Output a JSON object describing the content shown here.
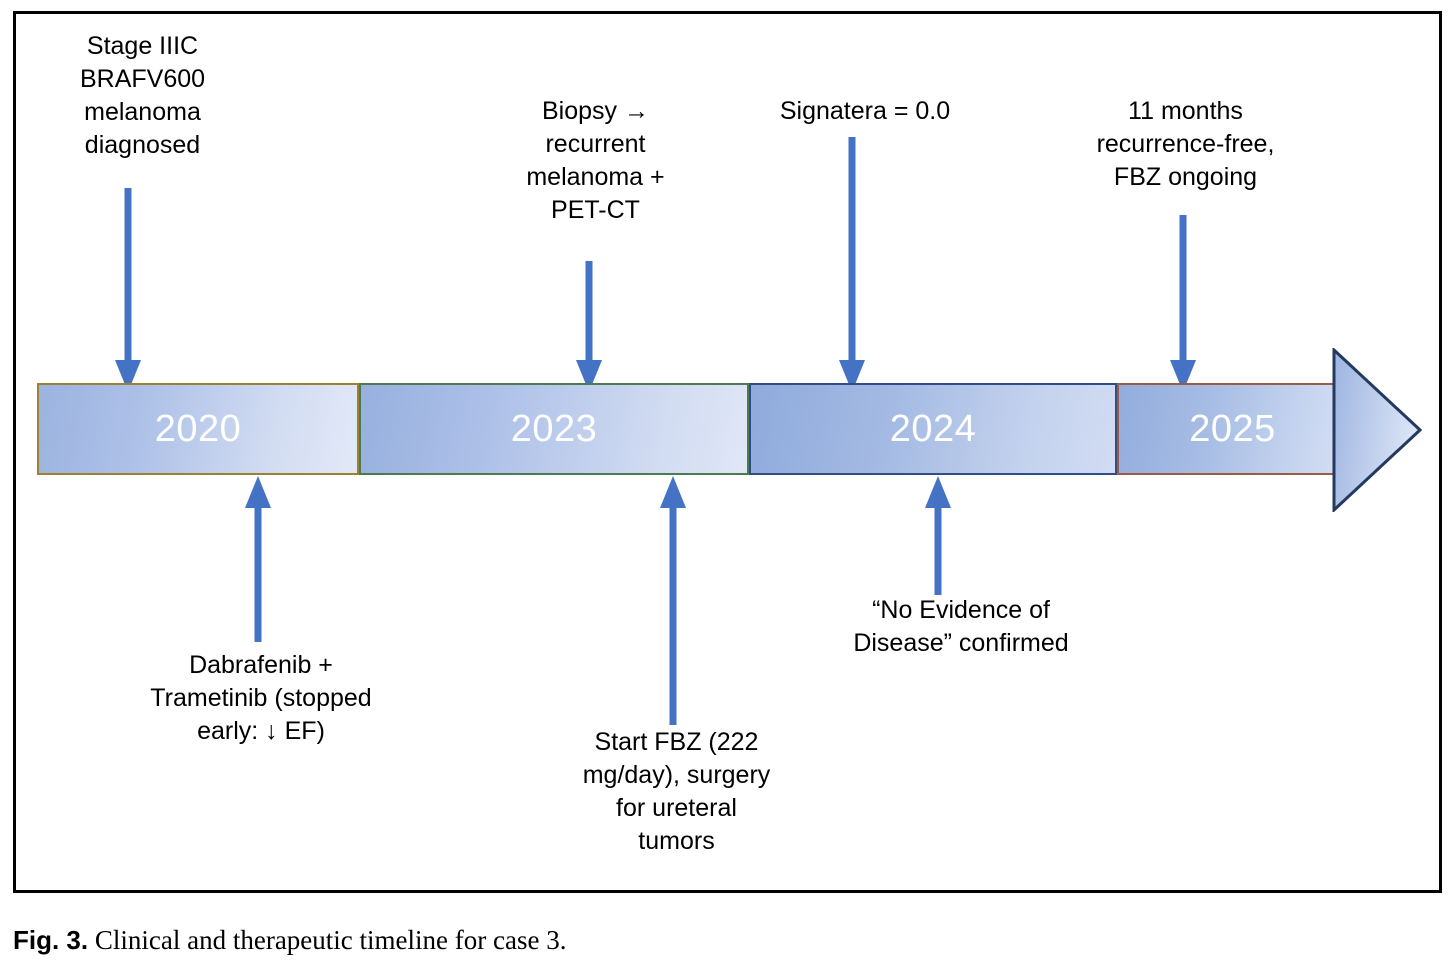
{
  "figure": {
    "caption_label": "Fig. 3.",
    "caption_text": " Clinical and therapeutic timeline for case 3."
  },
  "timeline": {
    "accent_color": "#4472C4",
    "segments": [
      {
        "year": "2020",
        "border_color": "#9C8131"
      },
      {
        "year": "2023",
        "border_color": "#4E7A50"
      },
      {
        "year": "2024",
        "border_color": "#2F4D86"
      },
      {
        "year": "2025",
        "border_color": "#9A5C42"
      }
    ],
    "arrowhead": "timeline-arrowhead"
  },
  "events_above": [
    {
      "id": "diagnosis",
      "text": "Stage IIIC\nBRAFV600\nmelanoma\ndiagnosed"
    },
    {
      "id": "biopsy",
      "text": "Biopsy →\nrecurrent\nmelanoma +\nPET-CT"
    },
    {
      "id": "signatera",
      "text": "Signatera = 0.0"
    },
    {
      "id": "recurrence-free",
      "text": "11 months\nrecurrence-free,\nFBZ ongoing"
    }
  ],
  "events_below": [
    {
      "id": "targeted-therapy",
      "text": "Dabrafenib +\nTrametinib (stopped\nearly: ↓ EF)"
    },
    {
      "id": "fbz-start",
      "text": "Start FBZ (222\nmg/day), surgery\nfor ureteral\ntumors"
    },
    {
      "id": "ned",
      "text": "“No Evidence of\nDisease” confirmed"
    }
  ]
}
